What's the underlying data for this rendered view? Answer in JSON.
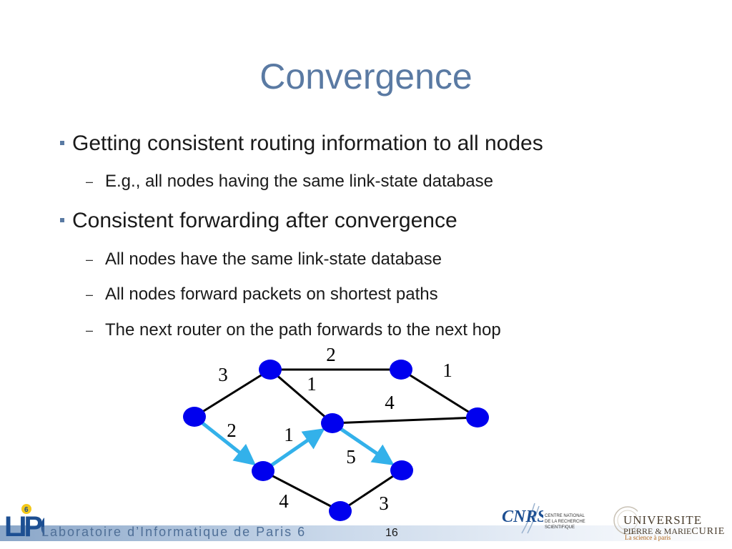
{
  "slide": {
    "title": "Convergence",
    "bullets": [
      {
        "text": "Getting consistent routing information to all nodes",
        "sub": [
          "E.g., all nodes having the same link-state database"
        ]
      },
      {
        "text": "Consistent forwarding after convergence",
        "sub": [
          "All nodes have the same link-state database",
          "All nodes forward packets on shortest paths",
          "The next router on the path forwards to the next hop"
        ]
      }
    ],
    "sub_marker": "–",
    "slide_number": "16"
  },
  "graph": {
    "node_color": "#0000ee",
    "path_color": "#33b1ea",
    "edge_color": "#000000",
    "nodes": [
      "A",
      "B",
      "C",
      "D",
      "E",
      "F",
      "G",
      "H"
    ],
    "edges": [
      {
        "from": "A",
        "to": "B",
        "weight": "3",
        "on_path": false
      },
      {
        "from": "B",
        "to": "C",
        "weight": "2",
        "on_path": false
      },
      {
        "from": "C",
        "to": "D",
        "weight": "1",
        "on_path": false
      },
      {
        "from": "B",
        "to": "E",
        "weight": "1",
        "on_path": false
      },
      {
        "from": "E",
        "to": "D",
        "weight": "4",
        "on_path": false
      },
      {
        "from": "A",
        "to": "F",
        "weight": "2",
        "on_path": true
      },
      {
        "from": "F",
        "to": "E",
        "weight": "1",
        "on_path": true
      },
      {
        "from": "E",
        "to": "G",
        "weight": "5",
        "on_path": true
      },
      {
        "from": "F",
        "to": "H",
        "weight": "4",
        "on_path": false
      },
      {
        "from": "H",
        "to": "G",
        "weight": "3",
        "on_path": false
      }
    ]
  },
  "footer": {
    "lab_name": "Laboratoire d’Informatique de Paris 6",
    "lip_logo": "LIP6",
    "cnrs_logo": "CNRS",
    "cnrs_lines": [
      "CENTRE NATIONAL",
      "DE LA RECHERCHE",
      "SCIENTIFIQUE"
    ],
    "upmc_line1": "UNIVERSITE",
    "upmc_line2a": "PIERRE & MARIE",
    "upmc_line2b": "CURIE",
    "upmc_line3": "La science à paris"
  }
}
